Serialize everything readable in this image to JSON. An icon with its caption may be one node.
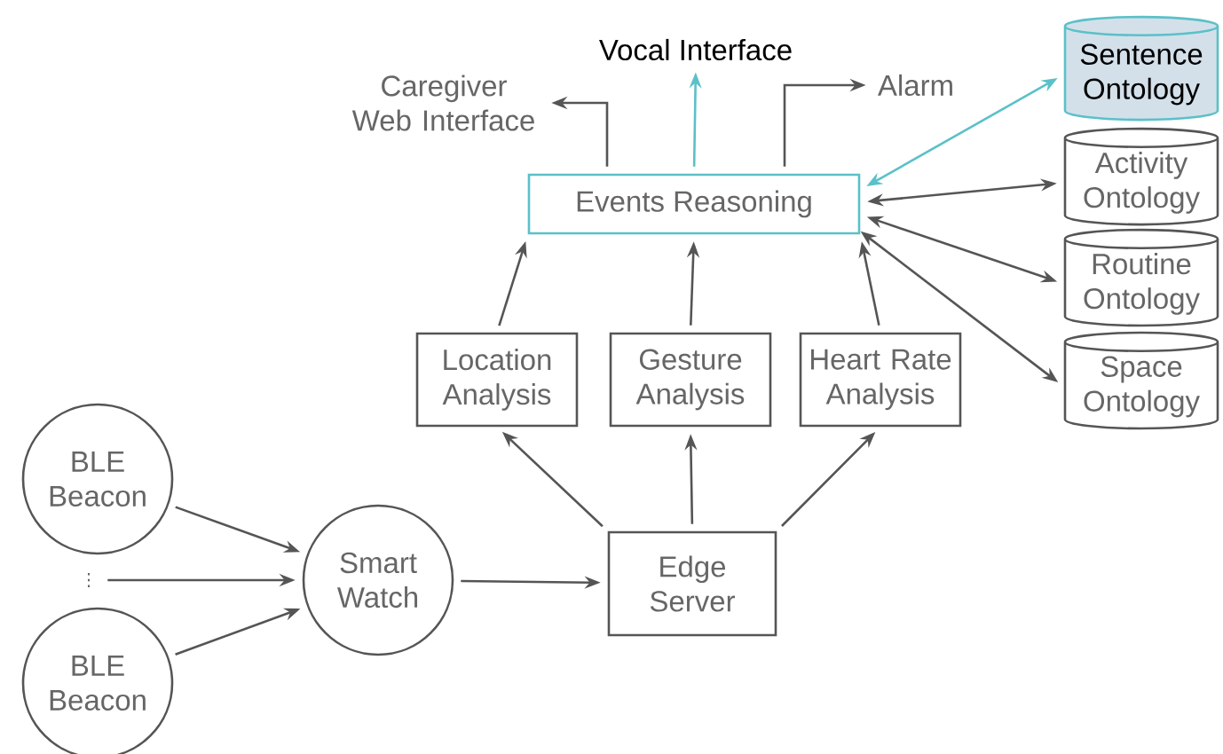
{
  "diagram": {
    "nodes": [
      {
        "text": [
          "Vocal Interface"
        ]
      },
      {
        "text": [
          "Caregiver Web Interface"
        ]
      },
      {
        "text": [
          "Alarm"
        ]
      },
      {
        "text": [
          "Sentence Ontology"
        ]
      },
      {
        "text": [
          "Events Reasoning"
        ]
      },
      {
        "text": [
          "Activity Ontology"
        ]
      },
      {
        "text": [
          "Routine Ontology"
        ]
      },
      {
        "text": [
          "Space Ontology"
        ]
      },
      {
        "text": [
          "Location Analysis"
        ]
      },
      {
        "text": [
          "Gesture Analysis"
        ]
      },
      {
        "text": [
          "Heart Rate Analysis"
        ]
      },
      {
        "text": [
          "BLE Beacon"
        ]
      },
      {
        "text": [
          "⋮"
        ]
      },
      {
        "text": [
          "Smart Watch"
        ]
      },
      {
        "text": [
          "Edge Server"
        ]
      },
      {
        "text": [
          "BLE Beacon"
        ]
      }
    ],
    "edges": [
      {
        "from": 4,
        "to": 1,
        "arrow": "to"
      },
      {
        "from": 4,
        "to": 0,
        "arrow": "to",
        "color": "#5bc0c8"
      },
      {
        "from": 4,
        "to": 2,
        "arrow": "to"
      },
      {
        "from": 4,
        "to": 3,
        "arrow": "both",
        "color": "#5bc0c8"
      },
      {
        "from": 4,
        "to": 5,
        "arrow": "both"
      },
      {
        "from": 4,
        "to": 6,
        "arrow": "both"
      },
      {
        "from": 4,
        "to": 7,
        "arrow": "both"
      },
      {
        "from": 8,
        "to": 4,
        "arrow": "to"
      },
      {
        "from": 9,
        "to": 4,
        "arrow": "to"
      },
      {
        "from": 10,
        "to": 4,
        "arrow": "to"
      },
      {
        "from": 14,
        "to": 8,
        "arrow": "to"
      },
      {
        "from": 14,
        "to": 9,
        "arrow": "to"
      },
      {
        "from": 14,
        "to": 10,
        "arrow": "to"
      },
      {
        "from": 11,
        "to": 13,
        "arrow": "to"
      },
      {
        "from": 12,
        "to": 13,
        "arrow": "to"
      },
      {
        "from": 15,
        "to": 13,
        "arrow": "to"
      },
      {
        "from": 13,
        "to": 14,
        "arrow": "to"
      }
    ]
  }
}
